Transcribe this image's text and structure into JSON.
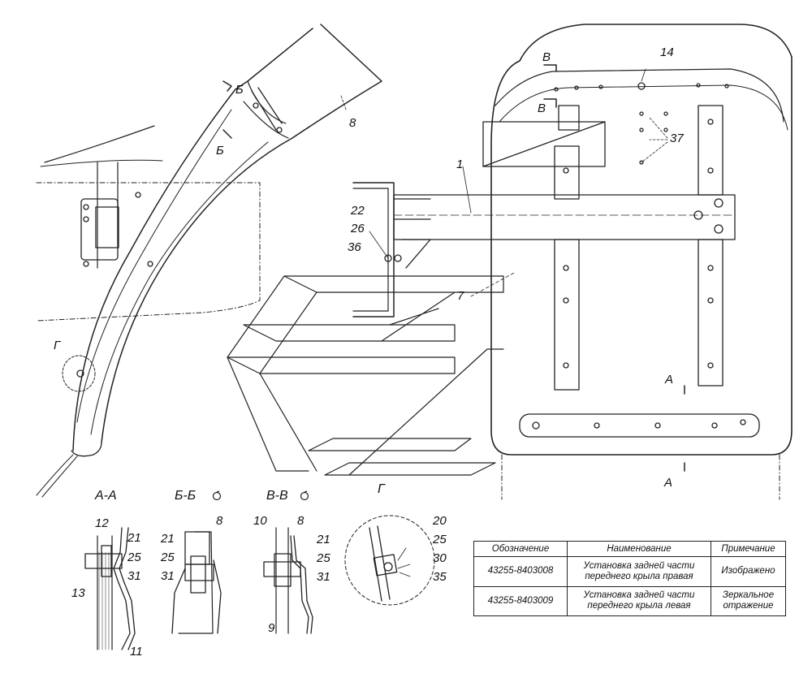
{
  "labels": {
    "n1": "1",
    "n7": "7",
    "n8": "8",
    "n14": "14",
    "n22": "22",
    "n26": "26",
    "n36": "36",
    "n37": "37",
    "g_main": "Г",
    "b_upper": "Б",
    "b_lower": "Б",
    "v_top": "В",
    "v_bottom": "В",
    "a_upper": "А",
    "a_lower": "А"
  },
  "sections": {
    "aa": {
      "title": "А-А",
      "parts": [
        "12",
        "21",
        "25",
        "31",
        "13",
        "11"
      ]
    },
    "bb": {
      "title": "Б-Б",
      "parts": [
        "8",
        "21",
        "25",
        "31"
      ]
    },
    "vv": {
      "title": "В-В",
      "parts": [
        "10",
        "8",
        "21",
        "25",
        "31",
        "9"
      ]
    },
    "g": {
      "title": "Г",
      "parts": [
        "20",
        "25",
        "30",
        "35"
      ]
    }
  },
  "table": {
    "headers": [
      "Обозначение",
      "Наименование",
      "Примечание"
    ],
    "rows": [
      {
        "code": "43255-8403008",
        "name_line1": "Установка задней части",
        "name_line2": "переднего крыла правая",
        "note_line1": "Изображено",
        "note_line2": ""
      },
      {
        "code": "43255-8403009",
        "name_line1": "Установка задней части",
        "name_line2": "переднего крыла левая",
        "note_line1": "Зеркальное",
        "note_line2": "отражение"
      }
    ]
  }
}
